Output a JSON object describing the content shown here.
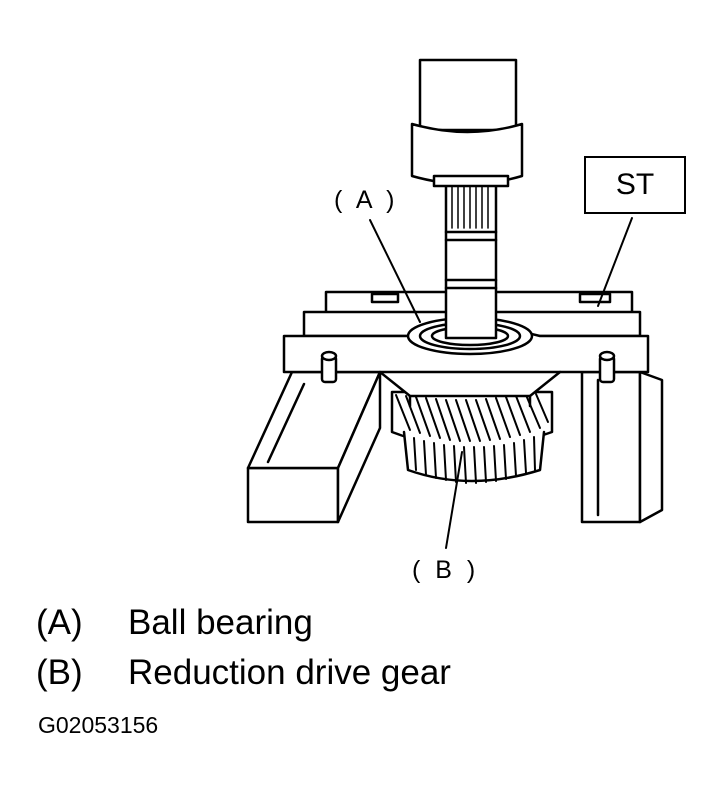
{
  "figure": {
    "callouts": {
      "a": "( A )",
      "b": "( B )",
      "st": "ST"
    }
  },
  "legend": [
    {
      "key": "(A)",
      "text": "Ball bearing"
    },
    {
      "key": "(B)",
      "text": "Reduction drive gear"
    }
  ],
  "figure_code": "G02053156"
}
